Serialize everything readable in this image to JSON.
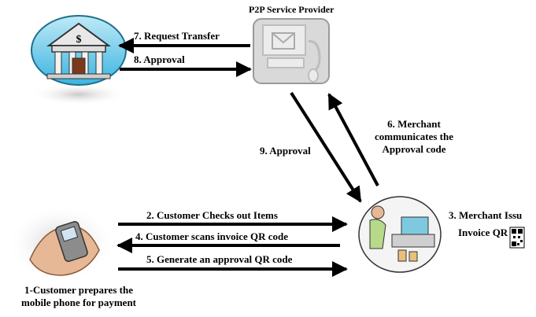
{
  "nodes": {
    "bank": {
      "icon": "bank-icon"
    },
    "provider": {
      "title": "P2P Service Provider",
      "icon": "computer-mail-icon"
    },
    "customer": {
      "label_line1": "1-Customer prepares the",
      "label_line2": "mobile phone for payment",
      "icon": "mobile-phone-icon"
    },
    "merchant": {
      "label_line1": "3. Merchant Issu",
      "label_line2": "Invoice QR",
      "icon": "cashier-icon"
    }
  },
  "steps": {
    "request_transfer": "7. Request Transfer",
    "approval_bank": "8. Approval",
    "approval_provider": "9. Approval",
    "merchant_comm_line1": "6. Merchant",
    "merchant_comm_line2": "communicates the",
    "merchant_comm_line3": "Approval code",
    "checks_out": "2. Customer Checks out Items",
    "scans_qr": "4. Customer scans invoice QR code",
    "generate_qr": "5. Generate an approval QR code"
  },
  "colors": {
    "arrow": "#000000",
    "bank_sky": "#4fc3e8",
    "provider_box": "#d9d9d9"
  }
}
